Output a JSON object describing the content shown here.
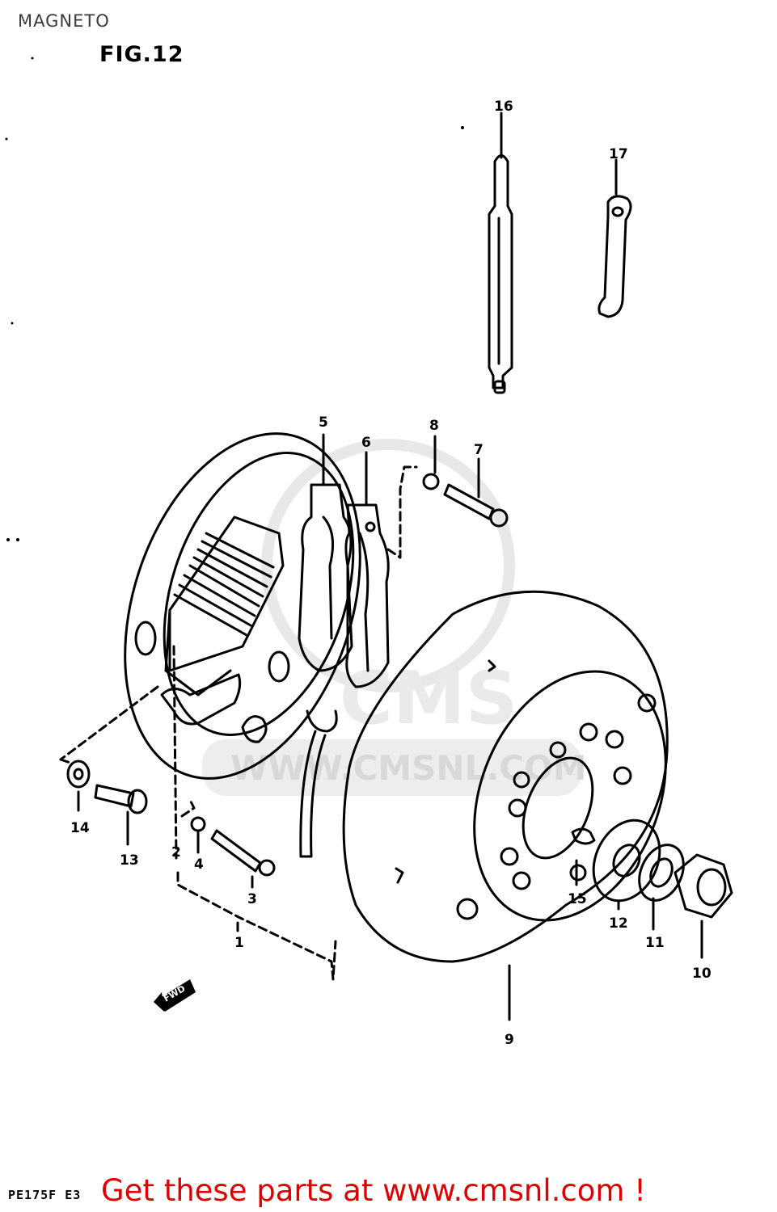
{
  "page": {
    "title": "MAGNETO",
    "figure": "FIG.12",
    "model_code": "PE175F E3",
    "banner": "Get these parts at www.cmsnl.com !",
    "fwd_label": "FWD"
  },
  "watermark": {
    "brand": "CMS",
    "site": "WWW.CMSNL.COM"
  },
  "callouts": [
    {
      "id": "1",
      "label": "1"
    },
    {
      "id": "2",
      "label": "2"
    },
    {
      "id": "3",
      "label": "3"
    },
    {
      "id": "4",
      "label": "4"
    },
    {
      "id": "5",
      "label": "5"
    },
    {
      "id": "6",
      "label": "6"
    },
    {
      "id": "7",
      "label": "7"
    },
    {
      "id": "8",
      "label": "8"
    },
    {
      "id": "9",
      "label": "9"
    },
    {
      "id": "10",
      "label": "10"
    },
    {
      "id": "11",
      "label": "11"
    },
    {
      "id": "12",
      "label": "12"
    },
    {
      "id": "13",
      "label": "13"
    },
    {
      "id": "14",
      "label": "14"
    },
    {
      "id": "15",
      "label": "15"
    },
    {
      "id": "16",
      "label": "16"
    },
    {
      "id": "17",
      "label": "17"
    }
  ]
}
